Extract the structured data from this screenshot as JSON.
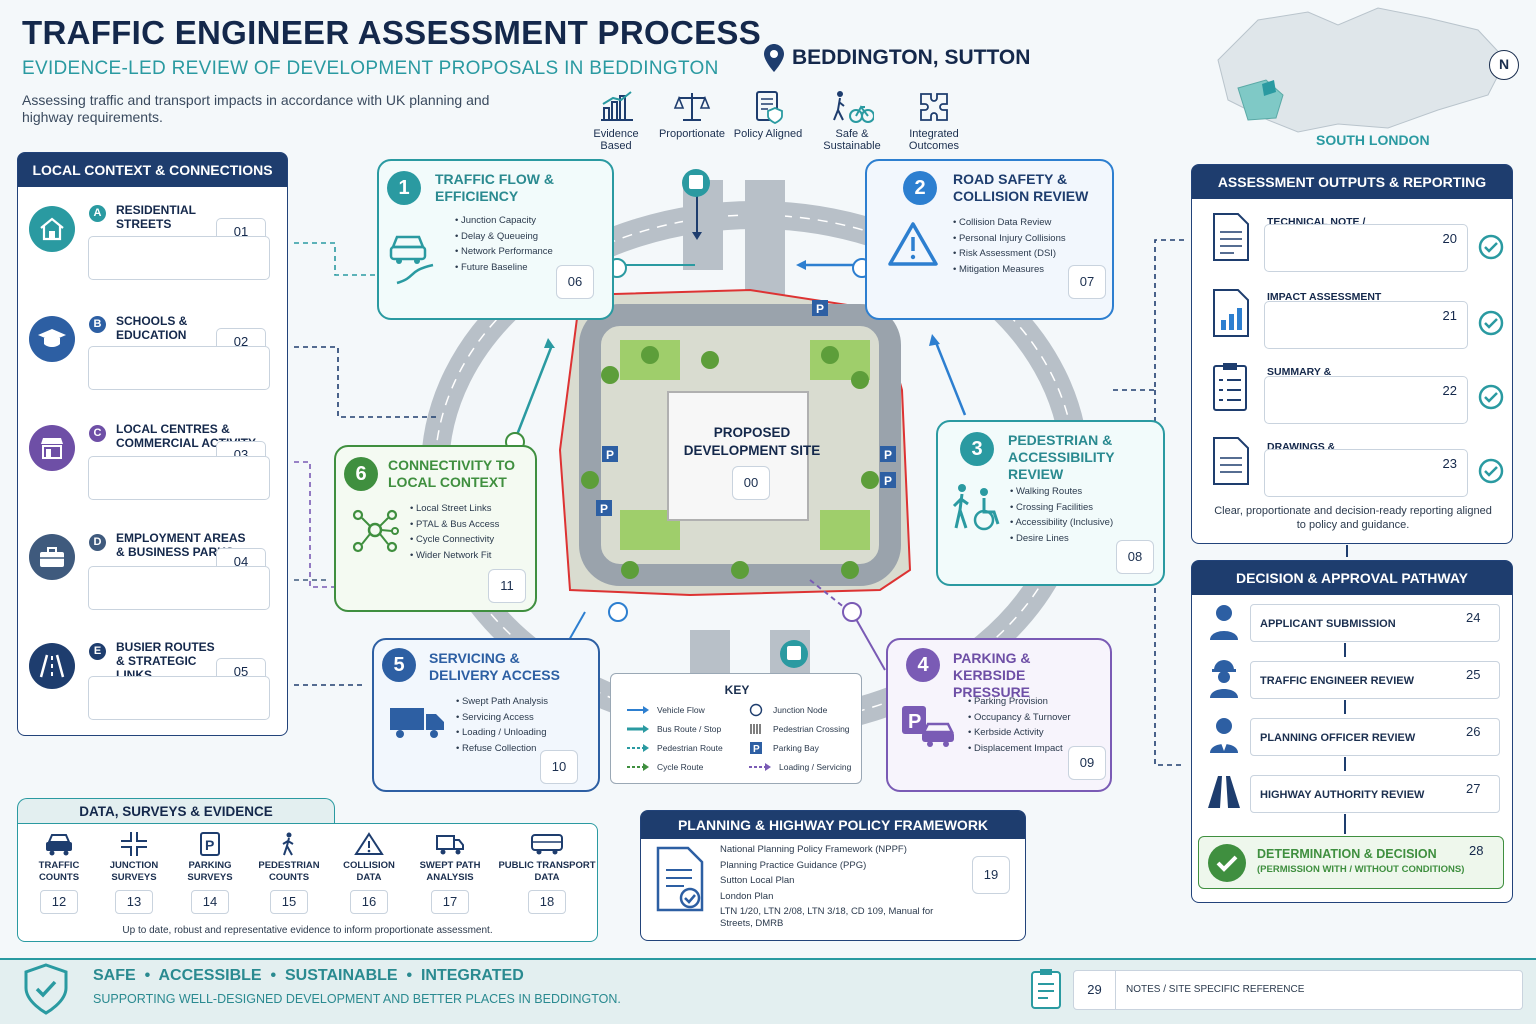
{
  "header": {
    "title": "TRAFFIC ENGINEER ASSESSMENT PROCESS",
    "subtitle": "EVIDENCE-LED REVIEW OF DEVELOPMENT PROPOSALS IN BEDDINGTON",
    "intro": "Assessing traffic and transport impacts in accordance with UK planning and highway requirements.",
    "location": "BEDDINGTON, SUTTON",
    "map_caption": "SOUTH LONDON",
    "compass": "N"
  },
  "principles": [
    {
      "label": "Evidence Based",
      "icon": "bar-chart-icon"
    },
    {
      "label": "Proportionate",
      "icon": "scales-icon"
    },
    {
      "label": "Policy Aligned",
      "icon": "document-shield-icon"
    },
    {
      "label": "Safe & Sustainable",
      "icon": "walk-cycle-icon"
    },
    {
      "label": "Integrated Outcomes",
      "icon": "puzzle-icon"
    }
  ],
  "local_context": {
    "title": "LOCAL CONTEXT & CONNECTIONS",
    "items": [
      {
        "letter": "A",
        "label": "RESIDENTIAL STREETS",
        "num": "01",
        "color": "#2a9aa1"
      },
      {
        "letter": "B",
        "label": "SCHOOLS & EDUCATION",
        "num": "02",
        "color": "#2d5fa3"
      },
      {
        "letter": "C",
        "label": "LOCAL CENTRES & COMMERCIAL ACTIVITY",
        "num": "03",
        "color": "#6e4fa6"
      },
      {
        "letter": "D",
        "label": "EMPLOYMENT AREAS & BUSINESS PARKS",
        "num": "04",
        "color": "#3f5a7d"
      },
      {
        "letter": "E",
        "label": "BUSIER ROUTES & STRATEGIC LINKS",
        "num": "05",
        "color": "#1e3d6e"
      }
    ]
  },
  "cards": {
    "c1": {
      "n": "1",
      "title": "TRAFFIC FLOW & EFFICIENCY",
      "items": [
        "Junction Capacity",
        "Delay & Queueing",
        "Network Performance",
        "Future Baseline"
      ],
      "ref": "06"
    },
    "c2": {
      "n": "2",
      "title": "ROAD SAFETY & COLLISION REVIEW",
      "items": [
        "Collision Data Review",
        "Personal Injury Collisions",
        "Risk Assessment (DSI)",
        "Mitigation Measures"
      ],
      "ref": "07"
    },
    "c3": {
      "n": "3",
      "title": "PEDESTRIAN & ACCESSIBILITY REVIEW",
      "items": [
        "Walking Routes",
        "Crossing Facilities",
        "Accessibility (Inclusive)",
        "Desire Lines"
      ],
      "ref": "08"
    },
    "c4": {
      "n": "4",
      "title": "PARKING & KERBSIDE PRESSURE",
      "items": [
        "Parking Provision",
        "Occupancy & Turnover",
        "Kerbside Activity",
        "Displacement Impact"
      ],
      "ref": "09"
    },
    "c5": {
      "n": "5",
      "title": "SERVICING & DELIVERY ACCESS",
      "items": [
        "Swept Path Analysis",
        "Servicing Access",
        "Loading / Unloading",
        "Refuse Collection"
      ],
      "ref": "10"
    },
    "c6": {
      "n": "6",
      "title": "CONNECTIVITY TO LOCAL CONTEXT",
      "items": [
        "Local Street Links",
        "PTAL & Bus Access",
        "Cycle Connectivity",
        "Wider Network Fit"
      ],
      "ref": "11"
    }
  },
  "site": {
    "label": "PROPOSED DEVELOPMENT SITE",
    "ref": "00"
  },
  "key": {
    "title": "KEY",
    "items": [
      "Vehicle Flow",
      "Bus Route / Stop",
      "Pedestrian Route",
      "Cycle Route",
      "Junction Node",
      "Pedestrian Crossing",
      "Parking Bay",
      "Loading / Servicing"
    ]
  },
  "outputs": {
    "title": "ASSESSMENT OUTPUTS & REPORTING",
    "items": [
      {
        "label": "TECHNICAL NOTE / APPRAISAL",
        "num": "20"
      },
      {
        "label": "IMPACT ASSESSMENT & MITIGATION",
        "num": "21"
      },
      {
        "label": "SUMMARY & CONCLUSIONS",
        "num": "22"
      },
      {
        "label": "DRAWINGS & APPENDICES",
        "num": "23"
      }
    ],
    "note": "Clear, proportionate and decision-ready reporting aligned to policy and guidance."
  },
  "decision": {
    "title": "DECISION & APPROVAL PATHWAY",
    "items": [
      {
        "label": "APPLICANT SUBMISSION",
        "num": "24"
      },
      {
        "label": "TRAFFIC ENGINEER REVIEW",
        "num": "25"
      },
      {
        "label": "PLANNING OFFICER REVIEW",
        "num": "26"
      },
      {
        "label": "HIGHWAY AUTHORITY REVIEW",
        "num": "27"
      }
    ],
    "final_label": "DETERMINATION & DECISION",
    "final_sub": "(PERMISSION WITH / WITHOUT CONDITIONS)",
    "final_num": "28"
  },
  "data_surveys": {
    "title": "DATA, SURVEYS & EVIDENCE",
    "items": [
      {
        "label": "TRAFFIC COUNTS",
        "num": "12"
      },
      {
        "label": "JUNCTION SURVEYS",
        "num": "13"
      },
      {
        "label": "PARKING SURVEYS",
        "num": "14"
      },
      {
        "label": "PEDESTRIAN COUNTS",
        "num": "15"
      },
      {
        "label": "COLLISION DATA",
        "num": "16"
      },
      {
        "label": "SWEPT PATH ANALYSIS",
        "num": "17"
      },
      {
        "label": "PUBLIC TRANSPORT DATA",
        "num": "18"
      }
    ],
    "note": "Up to date, robust and representative evidence to inform proportionate assessment."
  },
  "policy": {
    "title": "PLANNING & HIGHWAY POLICY FRAMEWORK",
    "items": [
      "National Planning Policy Framework (NPPF)",
      "Planning Practice Guidance (PPG)",
      "Sutton Local Plan",
      "London Plan",
      "LTN 1/20, LTN 2/08, LTN 3/18, CD 109, Manual for Streets, DMRB"
    ],
    "ref": "19"
  },
  "footer": {
    "values": "SAFE  •  ACCESSIBLE  •  SUSTAINABLE  •  INTEGRATED",
    "tagline": "SUPPORTING WELL-DESIGNED DEVELOPMENT AND BETTER PLACES IN BEDDINGTON.",
    "ref": "29",
    "ref_label": "NOTES / SITE SPECIFIC REFERENCE"
  },
  "colors": {
    "navy": "#1e3d6e",
    "teal": "#2a9aa1",
    "blue": "#2d7fd0",
    "green": "#3f8f3f",
    "purple": "#7a5bb5"
  }
}
